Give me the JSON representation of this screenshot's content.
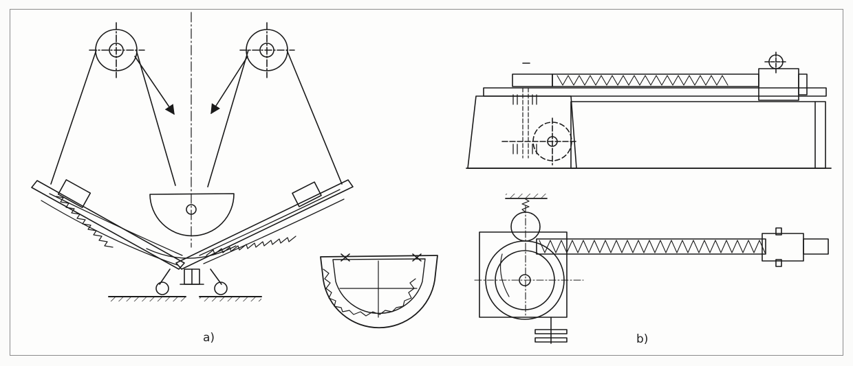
{
  "figure": {
    "panels": [
      {
        "id": "a",
        "label": "a)"
      },
      {
        "id": "b",
        "label": "b)"
      }
    ]
  }
}
